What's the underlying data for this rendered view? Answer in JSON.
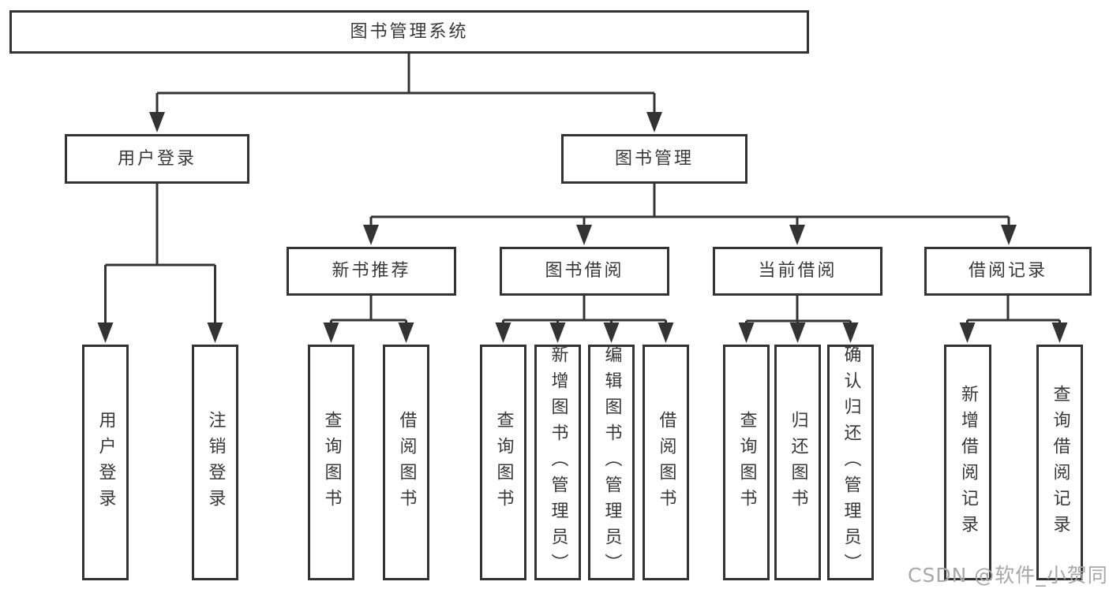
{
  "diagram": {
    "root": "图书管理系统",
    "branches": {
      "user_login": {
        "label": "用户登录",
        "children": [
          "用户登录",
          "注销登录"
        ]
      },
      "book_management": {
        "label": "图书管理",
        "sections": {
          "new_book_recommend": {
            "label": "新书推荐",
            "children": [
              "查询图书",
              "借阅图书"
            ]
          },
          "book_borrowing": {
            "label": "图书借阅",
            "children": [
              "查询图书",
              "新增图书（管理员）",
              "编辑图书（管理员）",
              "借阅图书"
            ]
          },
          "current_borrowing": {
            "label": "当前借阅",
            "children": [
              "查询图书",
              "归还图书",
              "确认归还（管理员）"
            ]
          },
          "borrowing_records": {
            "label": "借阅记录",
            "children": [
              "新增借阅记录",
              "查询借阅记录"
            ]
          }
        }
      }
    }
  },
  "watermark": "CSDN @软件_小贺同学",
  "colors": {
    "line": "#333333",
    "text": "#383838",
    "background": "#ffffff",
    "watermark": "#a8a8a8"
  }
}
